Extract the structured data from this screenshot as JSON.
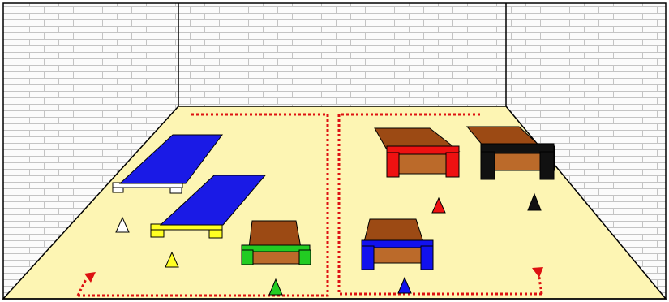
{
  "scene": {
    "colors": {
      "wall_fill": "#fbfbfb",
      "brick_line": "#c4c4c4",
      "outline": "#000000",
      "floor": "#fdf5b3",
      "path": "#dd1111",
      "wood_top": "#9c4a14",
      "wood_front": "#bb6a2a",
      "mat": "#1a1ae6"
    },
    "mats": [
      {
        "name": "mat-back",
        "feet_color": "#ffffff"
      },
      {
        "name": "mat-front",
        "feet_color": "#ffff22"
      }
    ],
    "benches": [
      {
        "name": "bench-green",
        "frame_color": "#22cc22"
      },
      {
        "name": "bench-blue",
        "frame_color": "#1111ee"
      },
      {
        "name": "bench-red",
        "frame_color": "#ee1111"
      },
      {
        "name": "bench-black",
        "frame_color": "#111111"
      }
    ],
    "cones": [
      {
        "name": "cone-white",
        "color": "#ffffff"
      },
      {
        "name": "cone-yellow",
        "color": "#ffff22"
      },
      {
        "name": "cone-green",
        "color": "#22cc22"
      },
      {
        "name": "cone-blue",
        "color": "#1111ee"
      },
      {
        "name": "cone-red",
        "color": "#ee1111"
      },
      {
        "name": "cone-black",
        "color": "#111111"
      }
    ],
    "path_icons": [
      "dotted-path-left",
      "dotted-path-right",
      "arrow-left-icon",
      "arrow-right-icon"
    ]
  }
}
